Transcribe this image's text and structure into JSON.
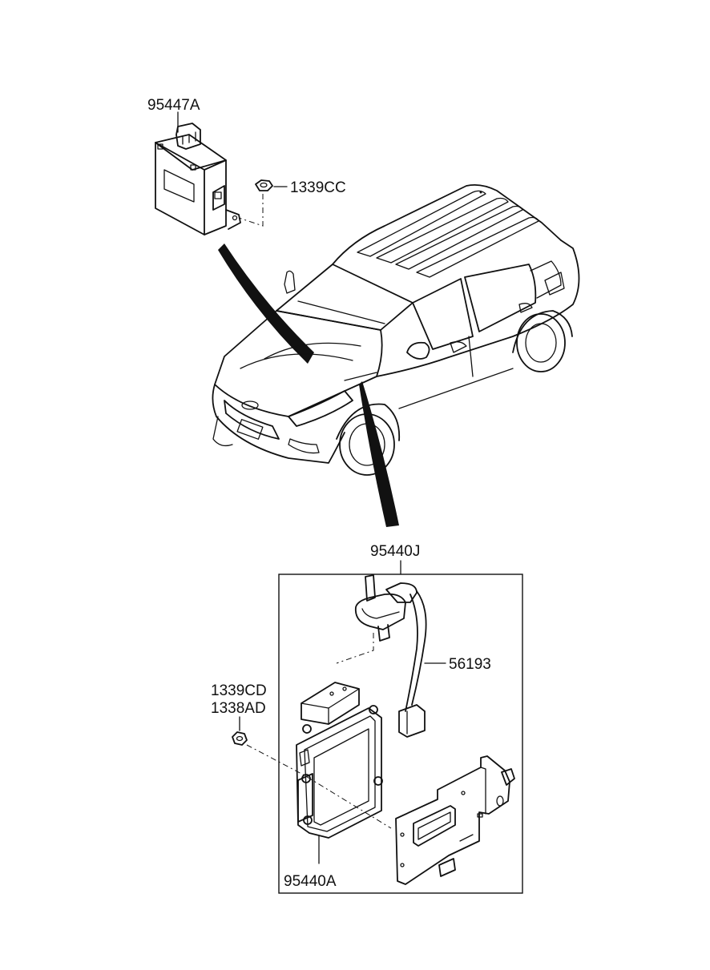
{
  "parts": {
    "module_95447a": "95447A",
    "nut_1339cc": "1339CC",
    "assembly_95440j": "95440J",
    "wiring_56193": "56193",
    "nut_1339cd": "1339CD",
    "bolt_1338ad": "1338AD",
    "unit_95440a": "95440A"
  }
}
